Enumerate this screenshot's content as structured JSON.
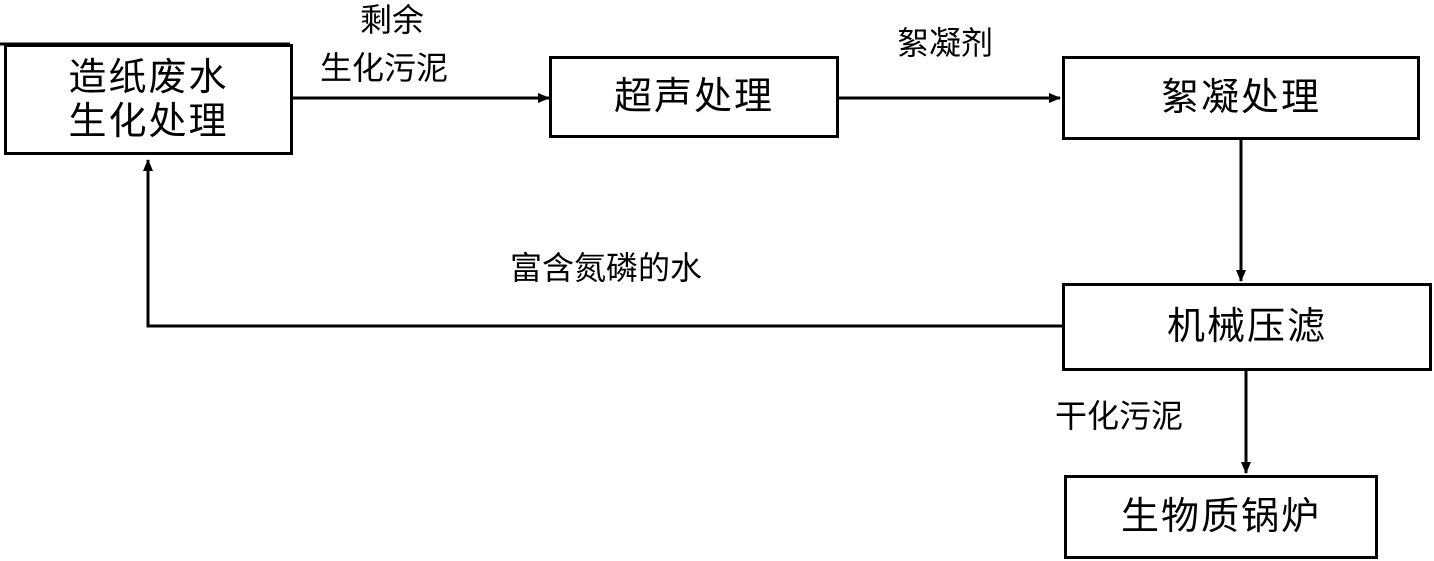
{
  "nodes": {
    "wastewater": {
      "line1": "造纸废水",
      "line2": "生化处理"
    },
    "ultrasonic": {
      "label": "超声处理"
    },
    "flocculation": {
      "label": "絮凝处理"
    },
    "filter_press": {
      "label": "机械压滤"
    },
    "boiler": {
      "label": "生物质锅炉"
    }
  },
  "edges": {
    "excess_sludge": {
      "line1": "剩余",
      "line2": "生化污泥"
    },
    "flocculant": {
      "label": "絮凝剂"
    },
    "return_water": {
      "label": "富含氮磷的水"
    },
    "dried_sludge": {
      "label": "干化污泥"
    }
  }
}
